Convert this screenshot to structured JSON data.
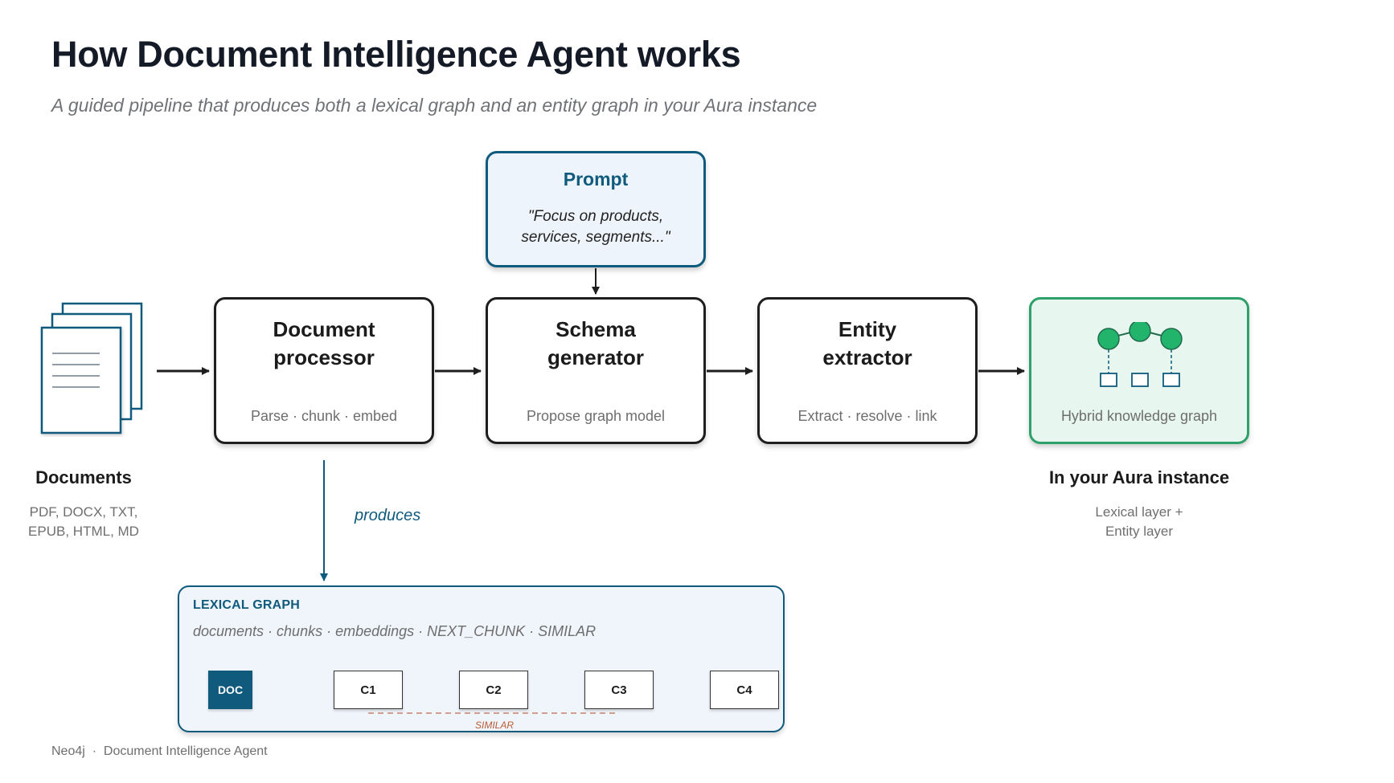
{
  "header": {
    "title": "How Document Intelligence Agent works",
    "subtitle": "A guided pipeline that produces both a lexical graph and an entity graph in your Aura instance"
  },
  "prompt": {
    "title": "Prompt",
    "quote_line1": "\"Focus on products,",
    "quote_line2": "services, segments...\""
  },
  "documents": {
    "icon": "documents-stack-icon",
    "title": "Documents",
    "formats_line1": "PDF, DOCX, TXT,",
    "formats_line2": "EPUB, HTML, MD"
  },
  "pipeline": [
    {
      "name_line1": "Document",
      "name_line2": "processor",
      "desc": "Parse · chunk · embed"
    },
    {
      "name_line1": "Schema",
      "name_line2": "generator",
      "desc": "Propose graph model"
    },
    {
      "name_line1": "Entity",
      "name_line2": "extractor",
      "desc": "Extract · resolve · link"
    }
  ],
  "output": {
    "icon": "knowledge-graph-icon",
    "desc": "Hybrid knowledge graph",
    "title": "In your Aura instance",
    "sub_line1": "Lexical layer +",
    "sub_line2": "Entity layer"
  },
  "produces_label": "produces",
  "lexical_graph": {
    "title": "LEXICAL GRAPH",
    "subtitle": "documents · chunks · embeddings · NEXT_CHUNK · SIMILAR",
    "nodes": [
      "DOC",
      "C1",
      "C2",
      "C3",
      "C4"
    ],
    "similar_label": "SIMILAR"
  },
  "footer": {
    "text": "Neo4j  ·  Document Intelligence Agent"
  },
  "colors": {
    "brand_blue": "#0f5a7d",
    "green": "#2ea06a",
    "green_fill": "#e7f6ee",
    "similar": "#b85b37"
  }
}
